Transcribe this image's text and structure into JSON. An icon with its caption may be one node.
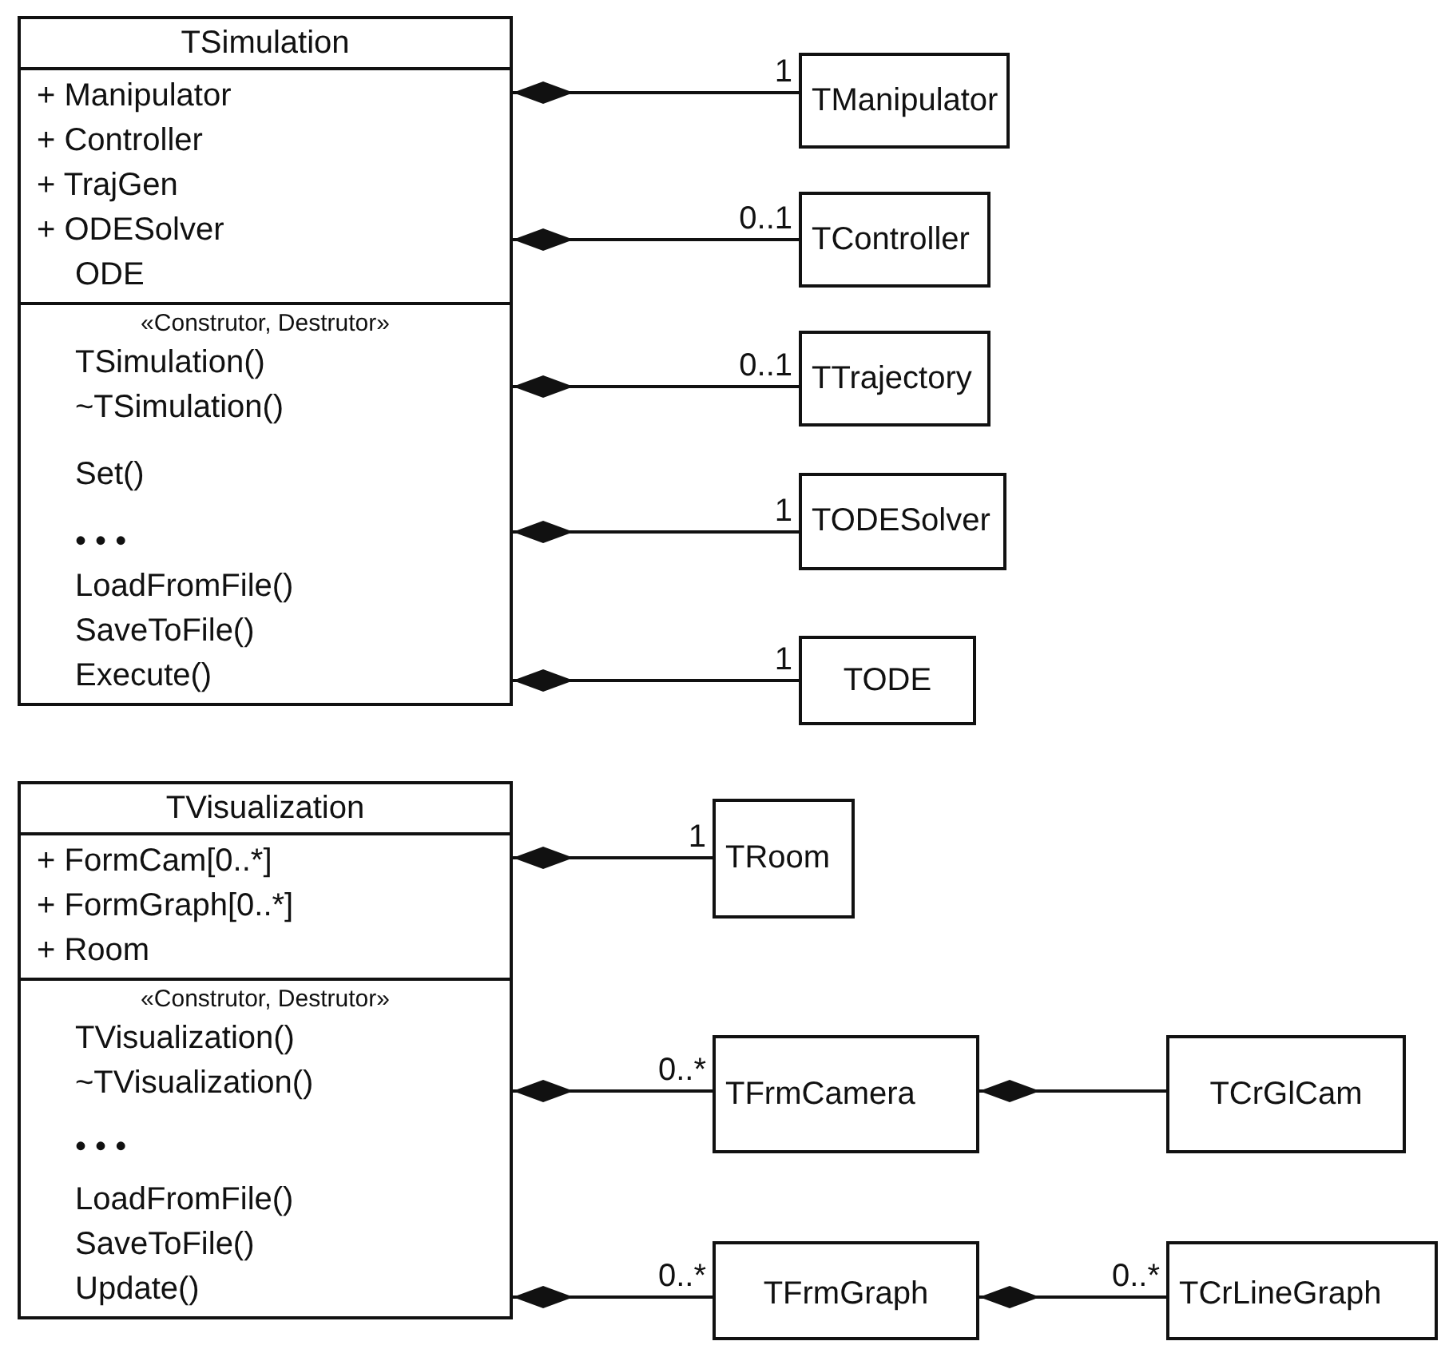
{
  "diagram": {
    "nodes": [
      {
        "text": [
          "TSimulation",
          "+ Manipulator",
          "+ Controller",
          "+ TrajGen",
          "+ ODESolver",
          "ODE",
          "«Construtor, Destrutor»",
          "TSimulation()",
          "~TSimulation()",
          "Set()",
          "• • •",
          "LoadFromFile()",
          "SaveToFile()",
          "Execute()"
        ]
      },
      {
        "text": [
          "TManipulator"
        ]
      },
      {
        "text": [
          "TController"
        ]
      },
      {
        "text": [
          "TTrajectory"
        ]
      },
      {
        "text": [
          "TODESolver"
        ]
      },
      {
        "text": [
          "TODE"
        ]
      },
      {
        "text": [
          "TVisualization",
          "+ FormCam[0..*]",
          "+ FormGraph[0..*]",
          "+ Room",
          "«Construtor, Destrutor»",
          "TVisualization()",
          "~TVisualization()",
          "• • •",
          "LoadFromFile()",
          "SaveToFile()",
          "Update()"
        ]
      },
      {
        "text": [
          "TRoom"
        ]
      },
      {
        "text": [
          "TFrmCamera"
        ]
      },
      {
        "text": [
          "TCrGlCam"
        ]
      },
      {
        "text": [
          "TFrmGraph"
        ]
      },
      {
        "text": [
          "TCrLineGraph"
        ]
      }
    ],
    "edges": [
      {
        "from": 0,
        "to": 1,
        "arrow": "other",
        "label": "1"
      },
      {
        "from": 0,
        "to": 2,
        "arrow": "other",
        "label": "0..1"
      },
      {
        "from": 0,
        "to": 3,
        "arrow": "other",
        "label": "0..1"
      },
      {
        "from": 0,
        "to": 4,
        "arrow": "other",
        "label": "1"
      },
      {
        "from": 0,
        "to": 5,
        "arrow": "other",
        "label": "1"
      },
      {
        "from": 6,
        "to": 7,
        "arrow": "other",
        "label": "1"
      },
      {
        "from": 6,
        "to": 8,
        "arrow": "other",
        "label": "0..*"
      },
      {
        "from": 8,
        "to": 9,
        "arrow": "other"
      },
      {
        "from": 6,
        "to": 10,
        "arrow": "other",
        "label": "0..*"
      },
      {
        "from": 10,
        "to": 11,
        "arrow": "other",
        "label": "0..*"
      }
    ]
  }
}
